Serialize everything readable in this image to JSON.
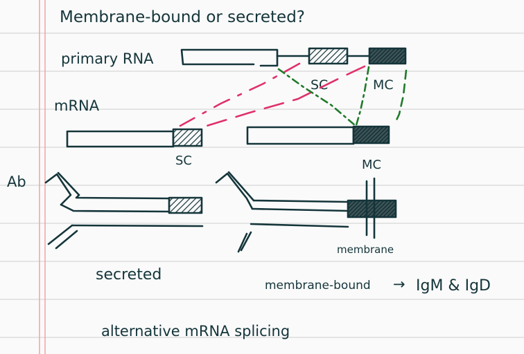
{
  "notes": {
    "title": "Membrane-bound or secreted?",
    "primary_rna_label": "primary RNA",
    "mrna_label": "mRNA",
    "sc_label_top": "SC",
    "mc_label_top": "MC",
    "sc_label_mrna": "SC",
    "mc_label_mrna": "MC",
    "ab_label": "Ab",
    "membrane_label": "membrane",
    "secreted_label": "secreted",
    "membrane_bound_label": "membrane-bound",
    "arrow_symbol": "→",
    "igm_igd_label": "IgM & IgD",
    "bottom_note": "alternative mRNA splicing"
  },
  "colors": {
    "paper": "#fafafa",
    "rule_line": "#dcdcdc",
    "margin_line": "#f2a7a7",
    "ink": "#14353a",
    "pink": "#e0306a",
    "green": "#1f7a2a"
  }
}
